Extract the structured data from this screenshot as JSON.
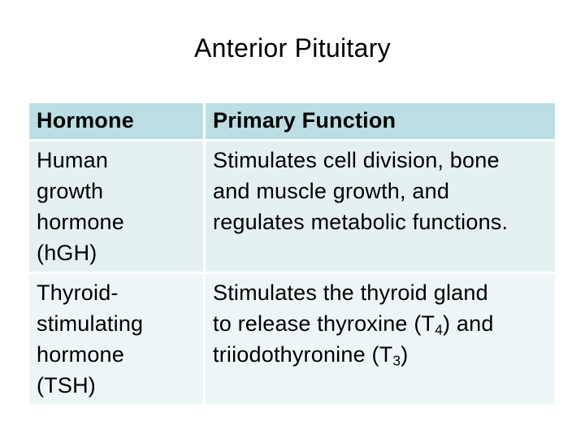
{
  "slide": {
    "title": "Anterior Pituitary"
  },
  "colors": {
    "background": "#ffffff",
    "text": "#000000",
    "header_bg": "#bcdee2",
    "row_odd_bg": "#e5f0f2",
    "row_even_bg": "#eef5f6"
  },
  "table": {
    "columns": [
      {
        "label": "Hormone"
      },
      {
        "label": "Primary Function"
      }
    ],
    "rows": [
      {
        "hormone": "Human\ngrowth\nhormone\n(hGH)",
        "function_rich": [
          {
            "t": "Stimulates cell division, bone\nand muscle growth, and\nregulates metabolic functions."
          }
        ]
      },
      {
        "hormone": "Thyroid-\nstimulating\nhormone\n(TSH)",
        "function_rich": [
          {
            "t": "Stimulates the thyroid gland\nto release thyroxine (T"
          },
          {
            "t": "4",
            "sub": true
          },
          {
            "t": ") and\ntriiodothyronine (T"
          },
          {
            "t": "3",
            "sub": true
          },
          {
            "t": ")"
          }
        ]
      }
    ]
  }
}
